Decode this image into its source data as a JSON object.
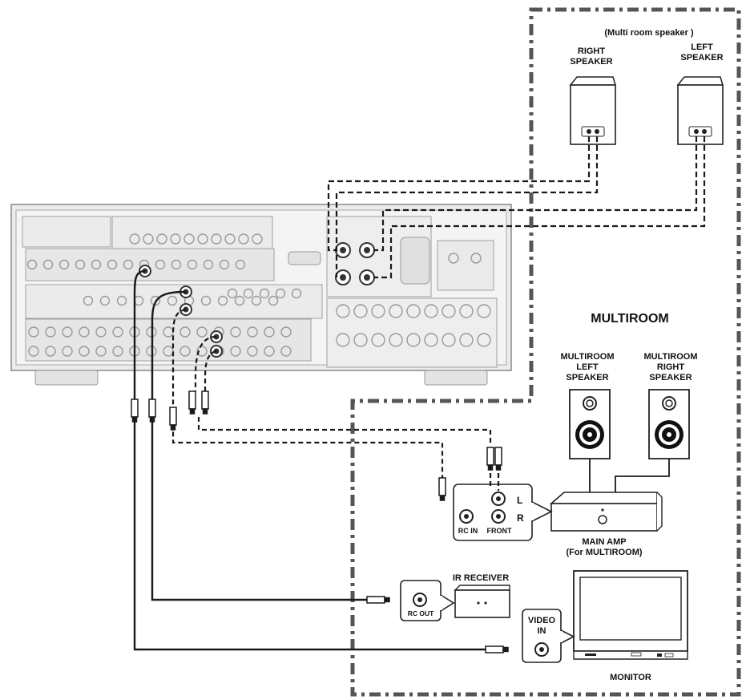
{
  "multi_room_speaker": {
    "caption": "(Multi room speaker )",
    "right_line1": "RIGHT",
    "right_line2": "SPEAKER",
    "left_line1": "LEFT",
    "left_line2": "SPEAKER"
  },
  "multiroom": {
    "heading": "MULTIROOM",
    "left_speaker_l1": "MULTIROOM",
    "left_speaker_l2": "LEFT",
    "left_speaker_l3": "SPEAKER",
    "right_speaker_l1": "MULTIROOM",
    "right_speaker_l2": "RIGHT",
    "right_speaker_l3": "SPEAKER"
  },
  "jack_panel": {
    "rc_in": "RC IN",
    "front": "FRONT",
    "l": "L",
    "r": "R"
  },
  "main_amp": {
    "line1": "MAIN AMP",
    "line2": "(For MULTIROOM)"
  },
  "ir_receiver": {
    "title": "IR RECEIVER",
    "rc_out": "RC OUT"
  },
  "monitor": {
    "video_l1": "VIDEO",
    "video_l2": "IN",
    "label": "MONITOR"
  },
  "colors": {
    "line": "#1a1a1a",
    "panel": "#e9e9e9",
    "panel_stroke": "#8a8a8a",
    "zone": "#555555"
  }
}
